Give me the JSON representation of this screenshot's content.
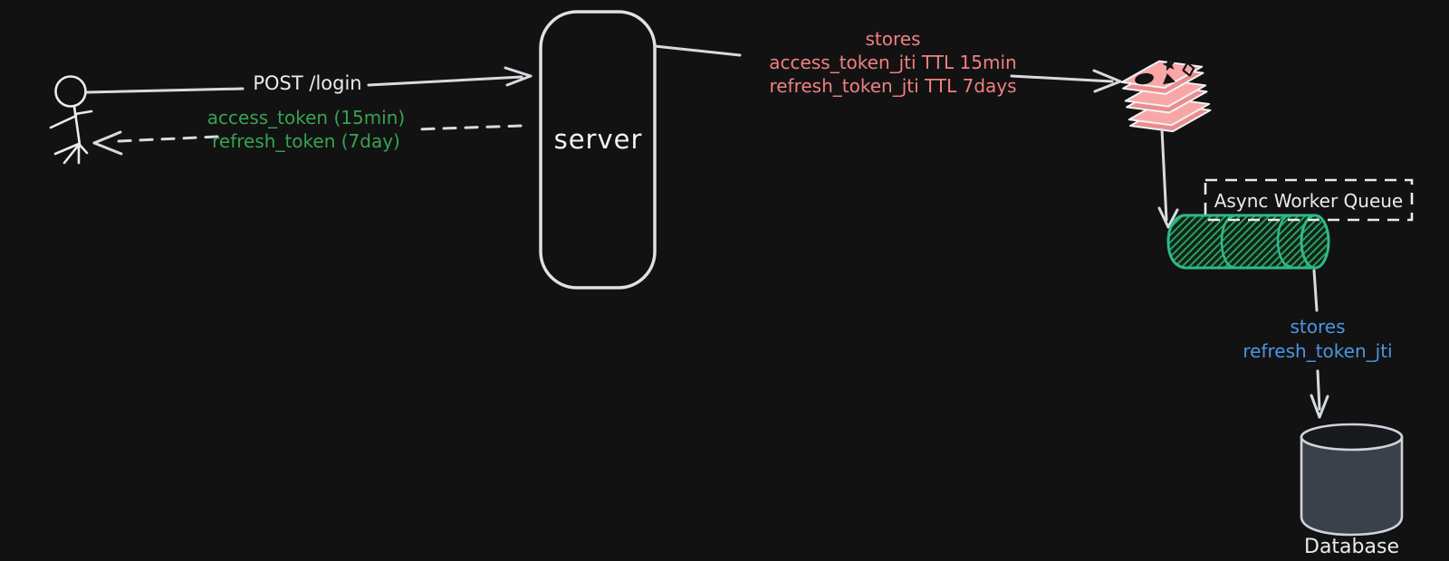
{
  "colors": {
    "background": "#121212",
    "stroke_white": "#e9ecef",
    "green_text": "#36a352",
    "red_text": "#f08080",
    "blue_text": "#4b96e2",
    "redis_pink": "#f9a6a6",
    "queue_green": "#2eb98a",
    "database_fill": "#3a414b"
  },
  "actor": {
    "icon": "stick-figure-user"
  },
  "server": {
    "label": "server"
  },
  "redis": {
    "icon": "redis-stack"
  },
  "queue": {
    "label": "Async Worker Queue"
  },
  "database": {
    "label": "Database"
  },
  "edges": {
    "login_request": {
      "label": "POST /login",
      "style": "solid-arrow"
    },
    "login_response": {
      "style": "dashed-arrow",
      "lines": [
        "access_token (15min)",
        "refresh_token (7day)"
      ]
    },
    "redis_write": {
      "style": "solid-arrow",
      "lines": [
        "stores",
        "access_token_jti TTL 15min",
        "refresh_token_jti TTL 7days"
      ]
    },
    "queue_feed": {
      "style": "solid-arrow"
    },
    "db_write": {
      "style": "solid-arrow",
      "lines": [
        "stores",
        "refresh_token_jti"
      ]
    }
  }
}
